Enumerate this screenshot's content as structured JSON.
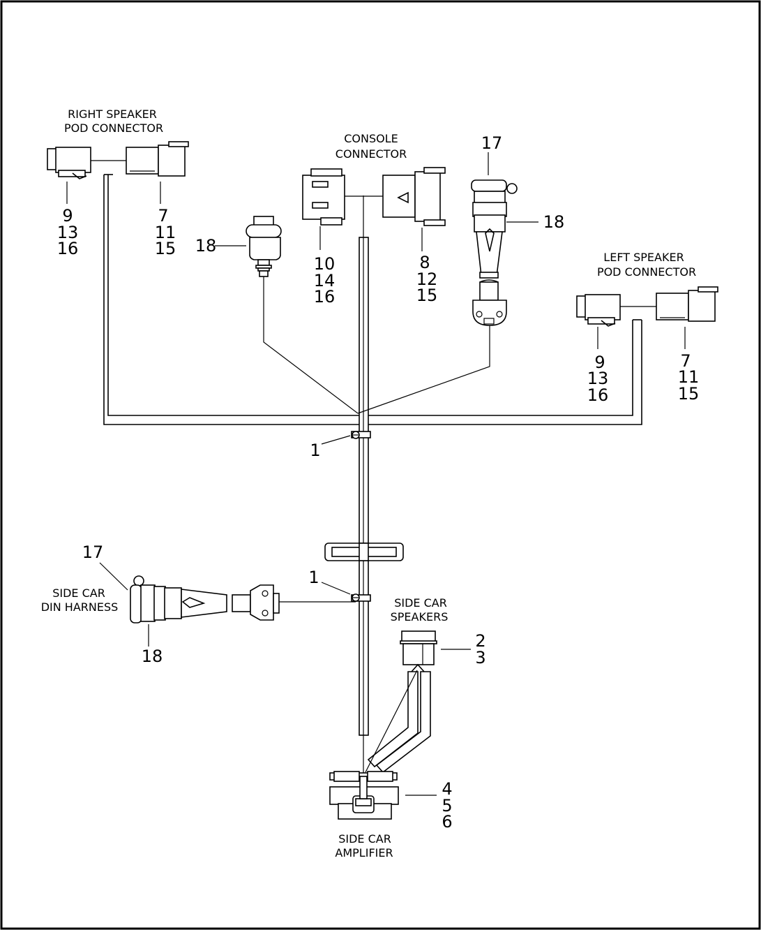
{
  "labels": {
    "right_speaker": [
      "RIGHT SPEAKER",
      "POD CONNECTOR"
    ],
    "console": [
      "CONSOLE",
      "CONNECTOR"
    ],
    "left_speaker": [
      "LEFT SPEAKER",
      "POD CONNECTOR"
    ],
    "side_car_din": [
      "SIDE CAR",
      "DIN HARNESS"
    ],
    "side_car_speakers": [
      "SIDE CAR",
      "SPEAKERS"
    ],
    "side_car_amplifier": [
      "SIDE CAR",
      "AMPLIFIER"
    ]
  },
  "callouts": {
    "right_pod_left": [
      "9",
      "13",
      "16"
    ],
    "right_pod_right": [
      "7",
      "11",
      "15"
    ],
    "console_left": [
      "10",
      "14",
      "16"
    ],
    "console_right": [
      "8",
      "12",
      "15"
    ],
    "left_pod_left": [
      "9",
      "13",
      "16"
    ],
    "left_pod_right": [
      "7",
      "11",
      "15"
    ],
    "plug_18_left": "18",
    "din_top_17": "17",
    "din_top_18": "18",
    "clip_upper": "1",
    "clip_lower": "1",
    "side_din_17": "17",
    "side_din_18": "18",
    "speakers": [
      "2",
      "3"
    ],
    "amplifier": [
      "4",
      "5",
      "6"
    ]
  }
}
